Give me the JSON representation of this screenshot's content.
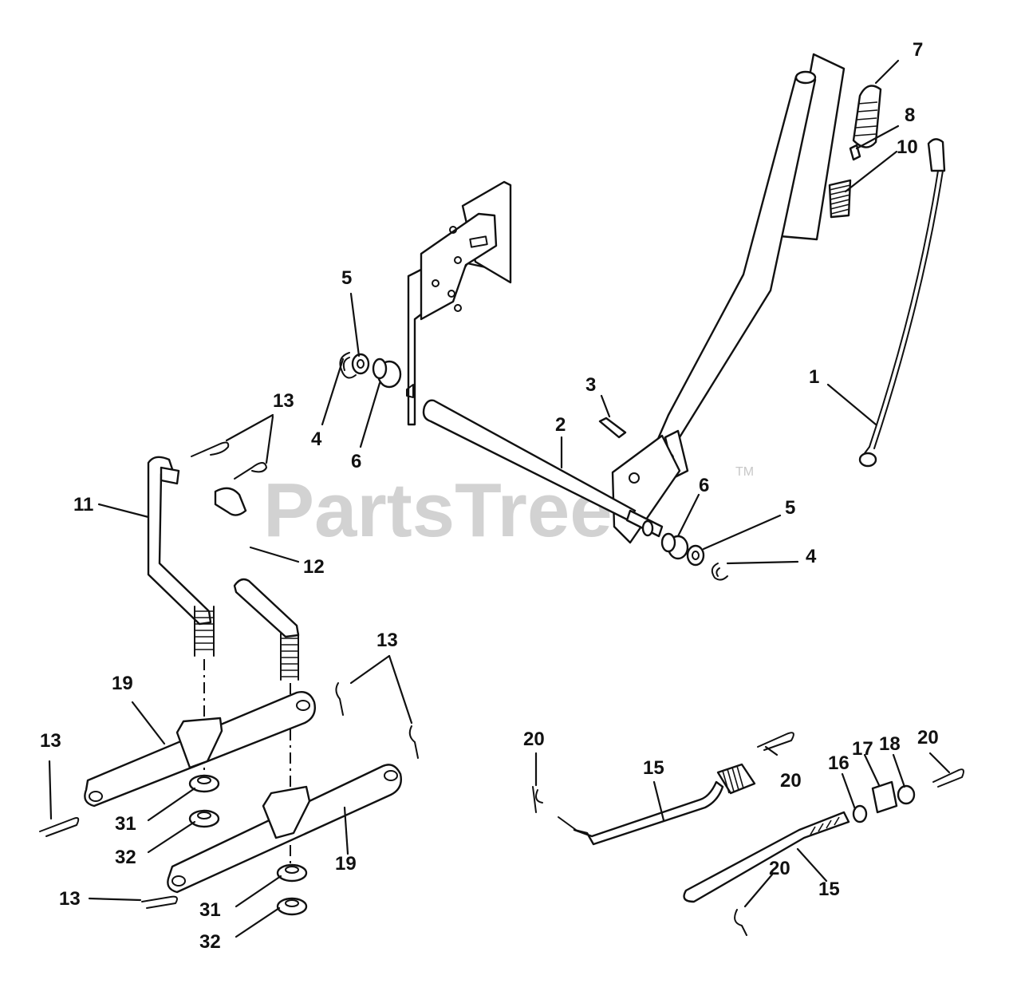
{
  "watermark": {
    "text": "PartsTree",
    "tm": "TM"
  },
  "callouts": {
    "c1": "1",
    "c2": "2",
    "c3": "3",
    "c4a": "4",
    "c4b": "4",
    "c5a": "5",
    "c5b": "5",
    "c6a": "6",
    "c6b": "6",
    "c7": "7",
    "c8": "8",
    "c10": "10",
    "c11": "11",
    "c12": "12",
    "c13a": "13",
    "c13b": "13",
    "c13c": "13",
    "c13d": "13",
    "c15a": "15",
    "c15b": "15",
    "c16": "16",
    "c17": "17",
    "c18": "18",
    "c19a": "19",
    "c19b": "19",
    "c20a": "20",
    "c20b": "20",
    "c20c": "20",
    "c20d": "20",
    "c31a": "31",
    "c31b": "31",
    "c32a": "32",
    "c32b": "32"
  }
}
